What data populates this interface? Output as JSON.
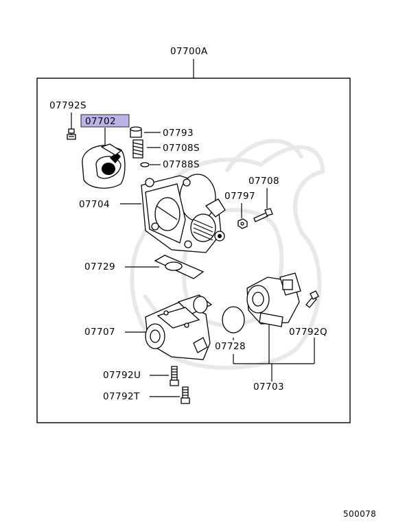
{
  "assembly_code": "07700A",
  "highlight_color": "#b8b4e6",
  "parts": {
    "p07792S": "07792S",
    "p07702": "07702",
    "p07793": "07793",
    "p07708S": "07708S",
    "p07788S": "07788S",
    "p07708": "07708",
    "p07797": "07797",
    "p07704": "07704",
    "p07729": "07729",
    "p07707": "07707",
    "p07728": "07728",
    "p07792Q": "07792Q",
    "p07792U": "07792U",
    "p07792T": "07792T",
    "p07703": "07703"
  },
  "diagram_id": "500078"
}
